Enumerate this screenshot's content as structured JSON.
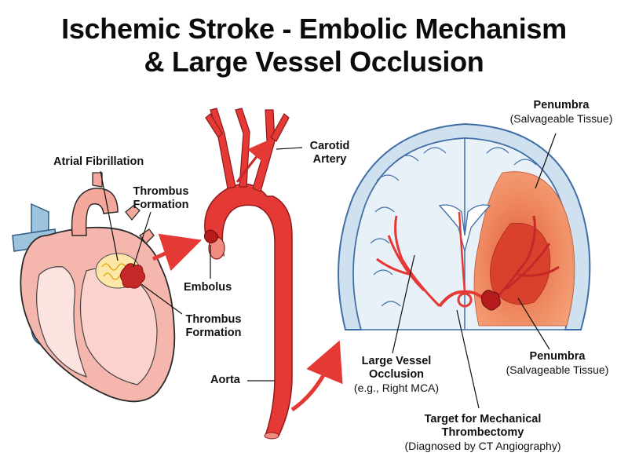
{
  "title": {
    "line1": "Ischemic Stroke - Embolic Mechanism",
    "line2": "& Large Vessel Occlusion"
  },
  "labels": {
    "atrial_fibrillation": "Atrial Fibrillation",
    "thrombus_formation_top_1": "Thrombus",
    "thrombus_formation_top_2": "Formation",
    "thrombus_formation_bottom_1": "Thrombus",
    "thrombus_formation_bottom_2": "Formation",
    "embolus": "Embolus",
    "aorta": "Aorta",
    "carotid_1": "Carotid",
    "carotid_2": "Artery",
    "penumbra_top_title": "Penumbra",
    "penumbra_top_sub": "(Salvageable Tissue)",
    "penumbra_bottom_title": "Penumbra",
    "penumbra_bottom_sub": "(Salvageable Tissue)",
    "lvo_1": "Large Vessel",
    "lvo_2": "Occlusion",
    "lvo_sub": "(e.g., Right MCA)",
    "target_1": "Target for Mechanical",
    "target_2": "Thrombectomy",
    "target_sub": "(Diagnosed by CT Angiography)"
  },
  "colors": {
    "artery_red": "#e53935",
    "artery_dark": "#c62828",
    "clot": "#c62828",
    "heart_pink": "#f4b6ad",
    "heart_light": "#fde3df",
    "vein_blue": "#9ec3dd",
    "brain_outline": "#3f6fa6",
    "brain_fill": "#dfeaf4",
    "penumbra_orange": "#f08a5d",
    "core_red": "#d9412d"
  }
}
